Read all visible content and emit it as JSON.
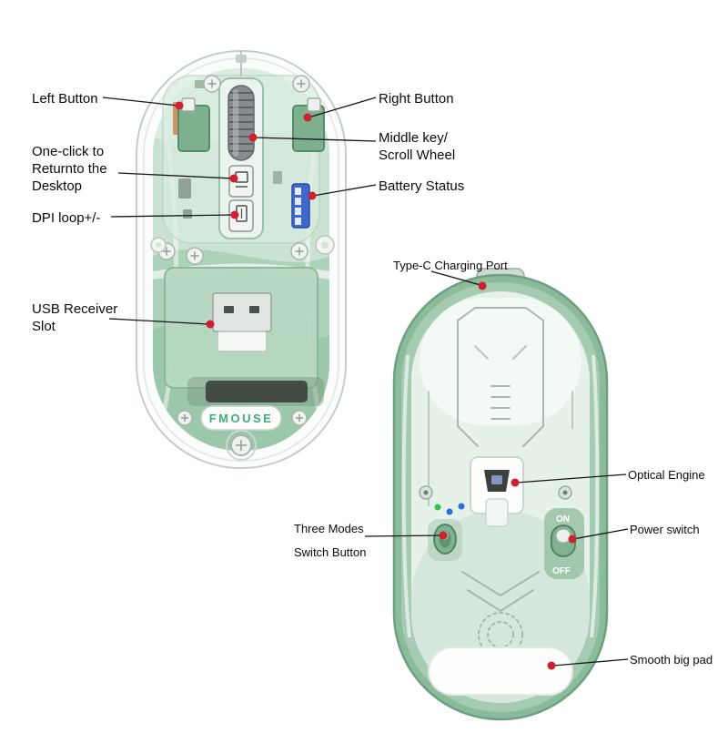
{
  "labels": {
    "left_button": "Left Button",
    "right_button": "Right Button",
    "one_click": [
      "One-click to",
      "Returnto the",
      "Desktop"
    ],
    "middle_key": [
      "Middle key/",
      "Scroll Wheel"
    ],
    "dpi_loop": "DPI loop+/-",
    "battery_status": "Battery Status",
    "usb_receiver": [
      "USB Receiver",
      "Slot"
    ],
    "type_c": "Type-C Charging Port",
    "optical_engine": "Optical Engine",
    "mode_switch": [
      "Three Modes",
      "Switch Button"
    ],
    "power_switch": "Power switch",
    "smooth_pad": "Smooth big pad"
  },
  "device": {
    "brand": "FMOUSE",
    "power_on_label": "ON",
    "power_off_label": "OFF"
  },
  "colors": {
    "callout_dot": "#cf2030",
    "callout_line": "#151515",
    "shell_green": "#8abb9b",
    "interior_green": "#c9e2d2",
    "brand_green": "#3fae74",
    "battery_connector_blue": "#3d68cd",
    "led_green": "#2fc24f",
    "led_blue": "#2e6fe0"
  }
}
